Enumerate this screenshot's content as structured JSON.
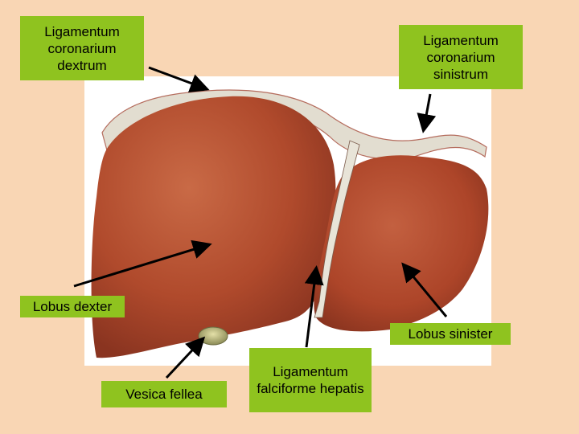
{
  "labels": {
    "lig_cor_dextrum": "Ligamentum coronarium dextrum",
    "lig_cor_sinistrum": "Ligamentum coronarium sinistrum",
    "lobus_dexter": "Lobus dexter",
    "lobus_sinister": "Lobus sinister",
    "vesica_fellea": "Vesica fellea",
    "lig_falciforme": "Ligamentum falciforme hepatis"
  },
  "colors": {
    "background": "#f9d6b4",
    "label_fill": "#8fc31f",
    "liver": "#b5452a",
    "ligament": "#e2ddd0",
    "arrow": "#000000"
  }
}
